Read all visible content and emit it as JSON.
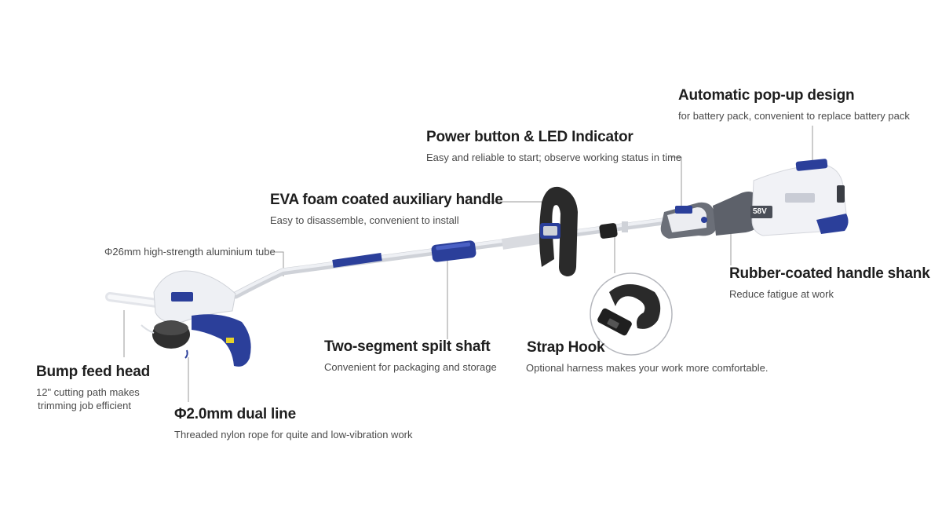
{
  "features": {
    "popup": {
      "title": "Automatic pop-up design",
      "desc": "for battery pack, convenient to replace battery pack"
    },
    "power": {
      "title": "Power button & LED Indicator",
      "desc": "Easy and reliable to start; observe working status in time"
    },
    "eva": {
      "title": "EVA foam coated auxiliary handle",
      "desc": "Easy to disassemble, convenient to install"
    },
    "tube": {
      "label": "Φ26mm high-strength aluminium tube"
    },
    "rubber": {
      "title": "Rubber-coated handle shank",
      "desc": "Reduce fatigue at work"
    },
    "shaft": {
      "title": "Two-segment spilt shaft",
      "desc": "Convenient for packaging and storage"
    },
    "strap": {
      "title": "Strap Hook",
      "desc": "Optional harness makes your work more comfortable."
    },
    "bump": {
      "title": "Bump feed head",
      "desc_line1": "12\" cutting path makes",
      "desc_line2": "trimming job efficient"
    },
    "line": {
      "title": "Φ2.0mm dual line",
      "desc": "Threaded nylon rope for quite and low-vibration work"
    }
  },
  "product": {
    "battery_label": "58V"
  },
  "colors": {
    "accent_blue": "#2b3f9a",
    "body_white": "#f2f3f6",
    "handle_dark": "#2a2a2a",
    "leader": "#9a9a9a"
  }
}
